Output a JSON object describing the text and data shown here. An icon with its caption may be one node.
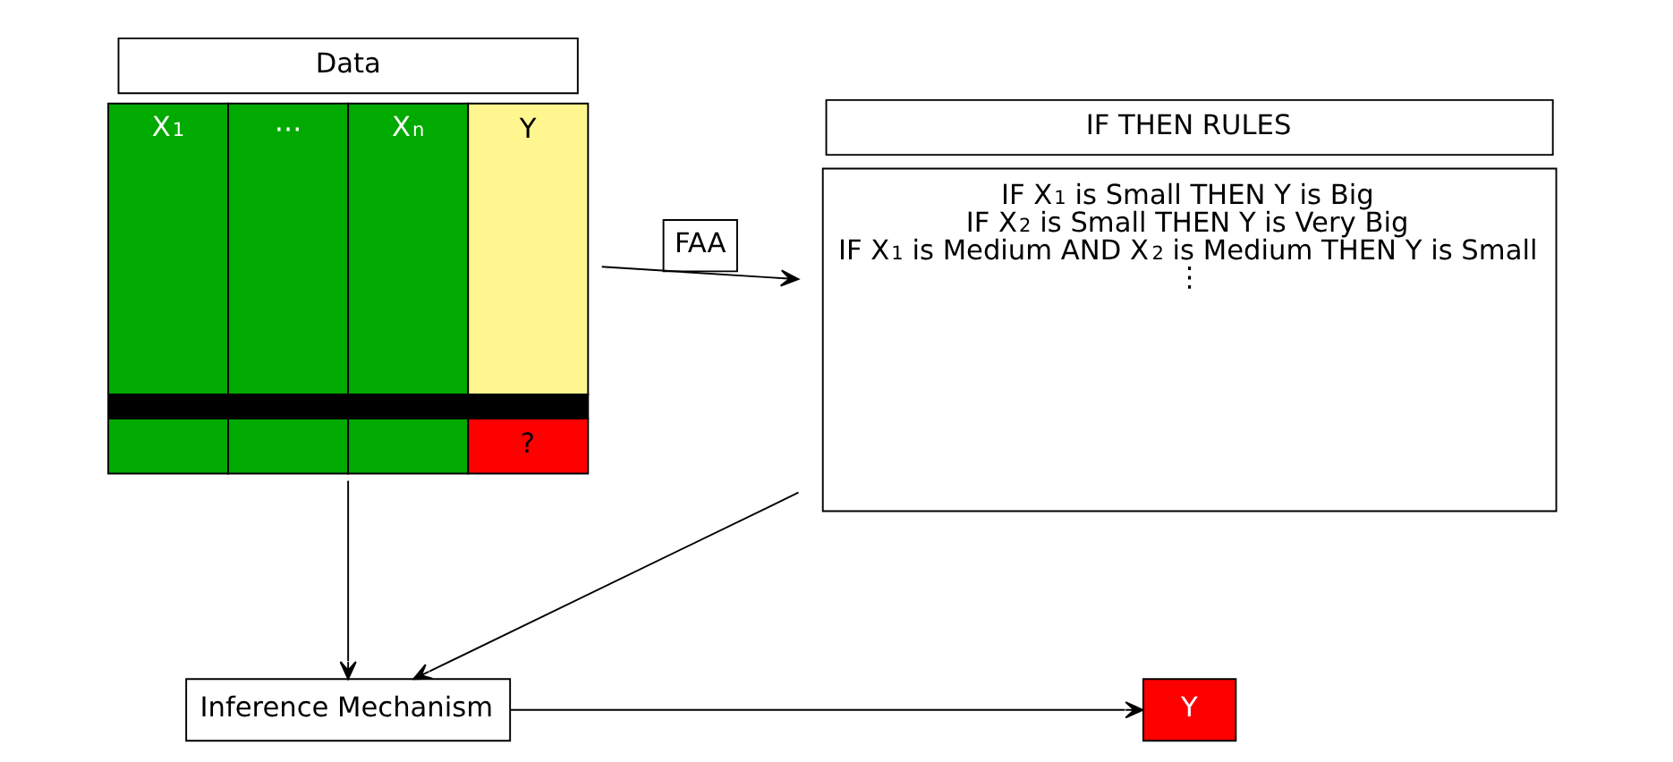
{
  "diagram": {
    "nodes": [
      {
        "text": [
          "Data",
          "X$_{1}$",
          "⋯",
          "X$_{n}$",
          "Y",
          "?"
        ]
      },
      {
        "text": [
          "IF THEN RULES",
          "IF X$_{1}$ is Small THEN Y is Big",
          "IF X$_{2}$ is Small THEN Y is Very Big",
          "IF X$_{1}$ is Medium AND X$_{2}$ is Medium THEN Y is Small",
          "⋮"
        ]
      },
      {
        "text": [
          "Inference Mechanism"
        ]
      },
      {
        "text": [
          "Y"
        ]
      }
    ],
    "edges": [
      {
        "from": 0,
        "to": 1,
        "arrow": "to",
        "label": "FAA"
      },
      {
        "from": 0,
        "to": 2,
        "arrow": "to"
      },
      {
        "from": 1,
        "to": 2,
        "arrow": "to"
      },
      {
        "from": 2,
        "to": 3,
        "arrow": "to"
      }
    ]
  }
}
